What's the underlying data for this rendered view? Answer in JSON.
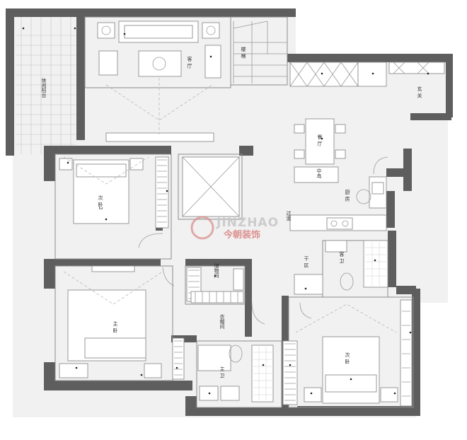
{
  "rooms": {
    "living_room": "客 厅",
    "leisure_balcony": "休闲阳台",
    "stairs": "楼 梯",
    "entrance": "玄 关",
    "dining_room": "餐 厅",
    "island": "中岛",
    "kitchen": "厨 房",
    "second_bedroom_2": "次 卧2",
    "corridor": "过道",
    "dry_area": "干 区",
    "guest_bath": "客 卫",
    "storage_room": "储物间",
    "master_bedroom": "主 卧",
    "walk_in_closet": "衣帽间",
    "master_bath": "主 卫",
    "second_bedroom": "次 卧"
  },
  "watermark": {
    "brand_en": "JINZHAO",
    "brand_cn": "今朝装饰"
  }
}
